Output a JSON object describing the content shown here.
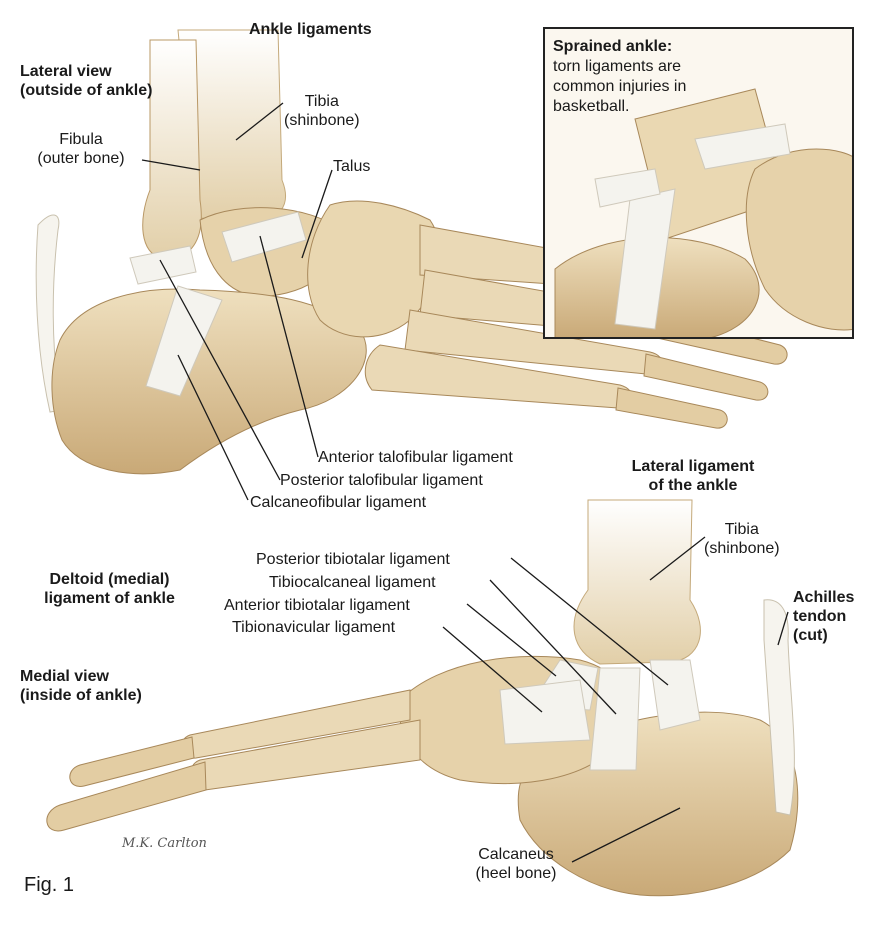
{
  "title": "Ankle ligaments",
  "lateral": {
    "view_line1": "Lateral view",
    "view_line2": "(outside of ankle)",
    "fibula_line1": "Fibula",
    "fibula_line2": "(outer bone)",
    "tibia_line1": "Tibia",
    "tibia_line2": "(shinbone)",
    "talus": "Talus",
    "anterior_talofibular": "Anterior talofibular ligament",
    "posterior_talofibular": "Posterior talofibular ligament",
    "calcaneofibular": "Calcaneofibular ligament",
    "group_line1": "Lateral ligament",
    "group_line2": "of the ankle"
  },
  "inset": {
    "heading": "Sprained ankle:",
    "line1": "torn ligaments are",
    "line2": "common injuries in",
    "line3": "basketball."
  },
  "medial": {
    "deltoid_line1": "Deltoid (medial)",
    "deltoid_line2": "ligament of ankle",
    "view_line1": "Medial view",
    "view_line2": "(inside of ankle)",
    "posterior_tibiotalar": "Posterior tibiotalar ligament",
    "tibiocalcaneal": "Tibiocalcaneal ligament",
    "anterior_tibiotalar": "Anterior tibiotalar ligament",
    "tibionavicular": "Tibionavicular ligament",
    "tibia_line1": "Tibia",
    "tibia_line2": "(shinbone)",
    "achilles_line1": "Achilles",
    "achilles_line2": "tendon",
    "achilles_line3": "(cut)",
    "calcaneus_line1": "Calcaneus",
    "calcaneus_line2": "(heel bone)"
  },
  "signature": "M.K. Carlton",
  "figure_label": "Fig. 1",
  "colors": {
    "bone": "#e4cfa6",
    "bone_shade": "#b99866",
    "ligament": "#f4f3ee",
    "line": "#1a1a1a"
  }
}
